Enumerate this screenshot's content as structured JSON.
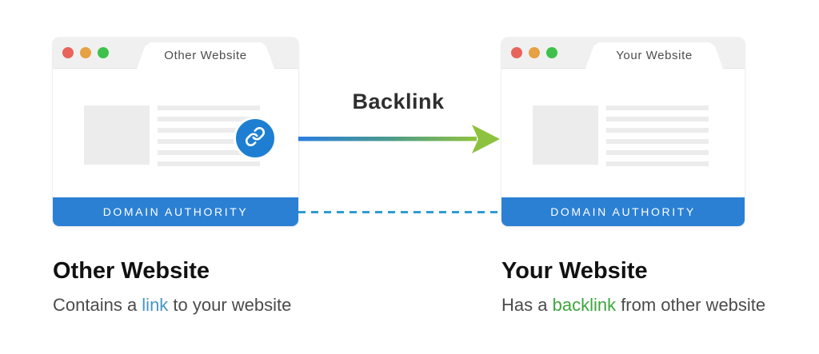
{
  "windows": {
    "left": {
      "tab_label": "Other Website",
      "footer_label": "DOMAIN AUTHORITY",
      "has_link_badge": true
    },
    "right": {
      "tab_label": "Your Website",
      "footer_label": "DOMAIN AUTHORITY",
      "has_link_badge": false
    }
  },
  "arrow": {
    "label": "Backlink",
    "direction": "left-to-right"
  },
  "captions": {
    "left": {
      "title": "Other Website",
      "prefix": "Contains a ",
      "highlight": "link",
      "suffix": " to your website"
    },
    "right": {
      "title": "Your Website",
      "prefix": "Has a ",
      "highlight": "backlink",
      "suffix": " from other website"
    }
  },
  "icons": {
    "link_badge": "link-icon",
    "window_controls": [
      "red-dot-icon",
      "orange-dot-icon",
      "green-dot-icon"
    ]
  },
  "colors": {
    "footer_bar_blue": "#2b80d4",
    "link_badge_blue": "#1e7fd2",
    "dashed_connector_blue": "#2f9bd5",
    "arrow_gradient_start": "#2b7de0",
    "arrow_gradient_mid": "#4a9a8e",
    "arrow_gradient_end": "#8fc33d",
    "link_text_blue": "#4596c6",
    "backlink_text_green": "#3ea63d",
    "dot_red": "#e8645a",
    "dot_orange": "#e6a144",
    "dot_green": "#3ec14a",
    "placeholder_gray": "#ececec",
    "header_gray": "#f0f0f0"
  }
}
